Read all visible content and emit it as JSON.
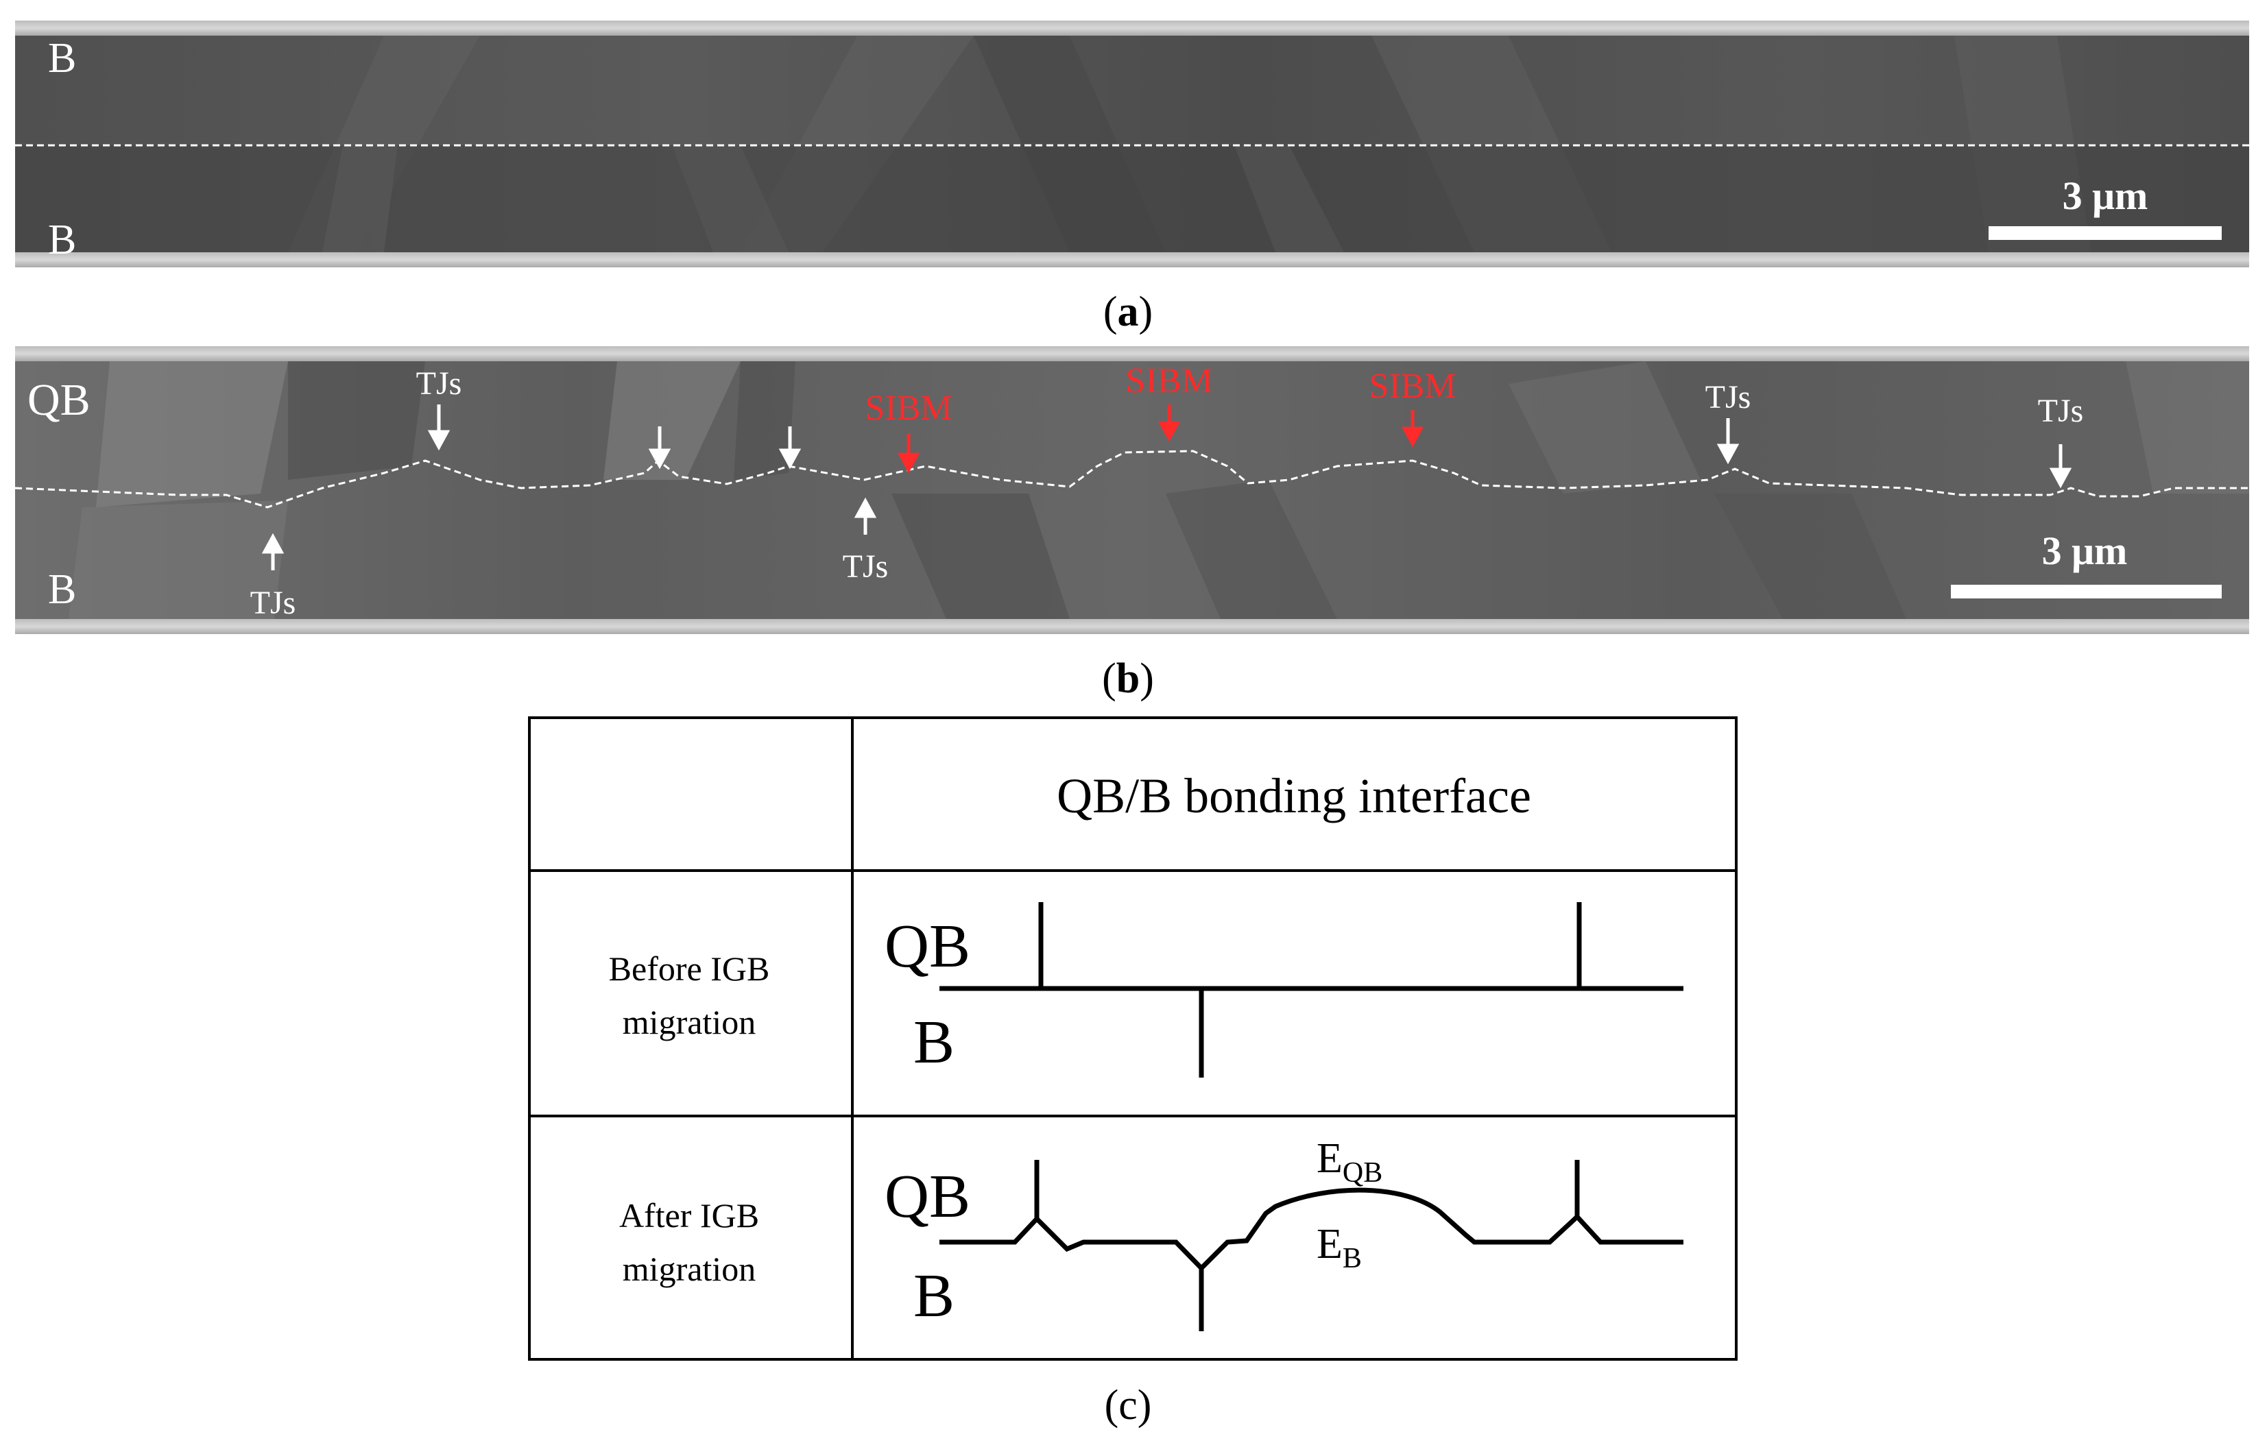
{
  "panel_a": {
    "top_label": "B",
    "bottom_label": "B",
    "scale_label": "3 μm",
    "caption_letter": "a"
  },
  "panel_b": {
    "top_label": "QB",
    "bottom_label": "B",
    "scale_label": "3 μm",
    "caption_letter": "b",
    "annotations": [
      {
        "text": "TJs",
        "color": "#ffffff"
      },
      {
        "text": "TJs",
        "color": "#ffffff"
      },
      {
        "text": "TJs",
        "color": "#ffffff"
      },
      {
        "text": "TJs",
        "color": "#ffffff"
      },
      {
        "text": "TJs",
        "color": "#ffffff"
      },
      {
        "text": "SIBM",
        "color": "#ff2a2a"
      },
      {
        "text": "SIBM",
        "color": "#ff2a2a"
      },
      {
        "text": "SIBM",
        "color": "#ff2a2a"
      }
    ]
  },
  "panel_c": {
    "caption_letter": "c",
    "header": "QB/B bonding interface",
    "rows": [
      {
        "label_line1": "Before IGB",
        "label_line2": "migration",
        "upper": "QB",
        "lower": "B"
      },
      {
        "label_line1": "After IGB",
        "label_line2": "migration",
        "upper": "QB",
        "lower": "B"
      }
    ],
    "energy_upper": {
      "main": "E",
      "sub": "QB"
    },
    "energy_lower": {
      "main": "E",
      "sub": "B"
    }
  }
}
